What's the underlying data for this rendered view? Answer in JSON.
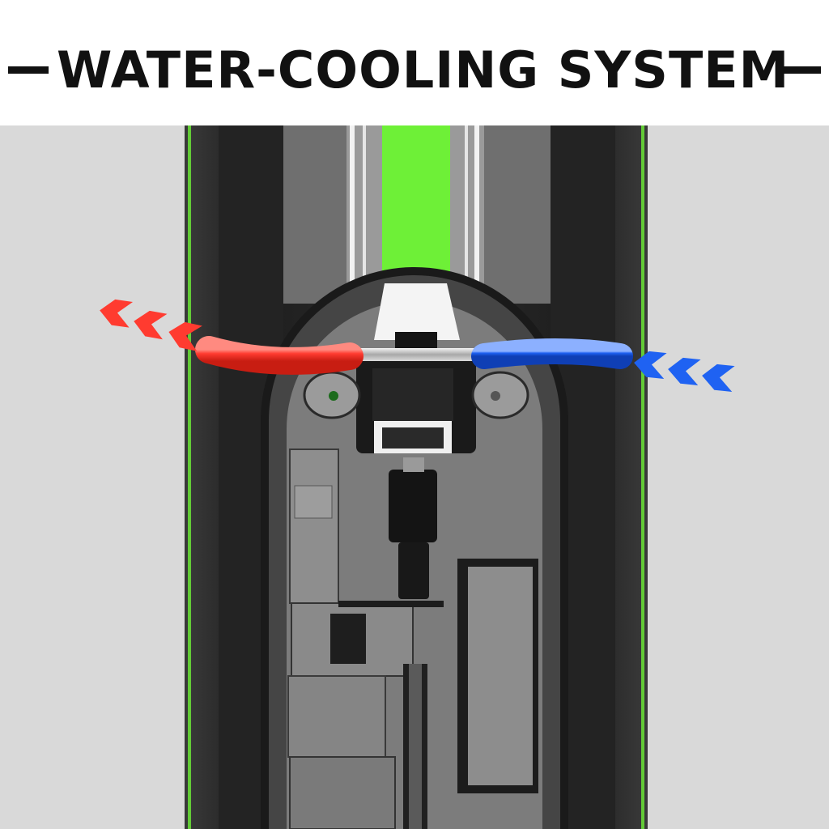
{
  "title": "WATER-COOLING SYSTEM",
  "colors": {
    "hot": "#ff3b30",
    "cold": "#1f62f2",
    "accent": "#6ef037",
    "background": "#d9d9d9",
    "body_dark": "#2b2b2b"
  },
  "flows": [
    {
      "name": "hot-water-out",
      "direction": "left",
      "color": "#ff3b30"
    },
    {
      "name": "cold-water-in",
      "direction": "left",
      "color": "#1f62f2"
    }
  ]
}
